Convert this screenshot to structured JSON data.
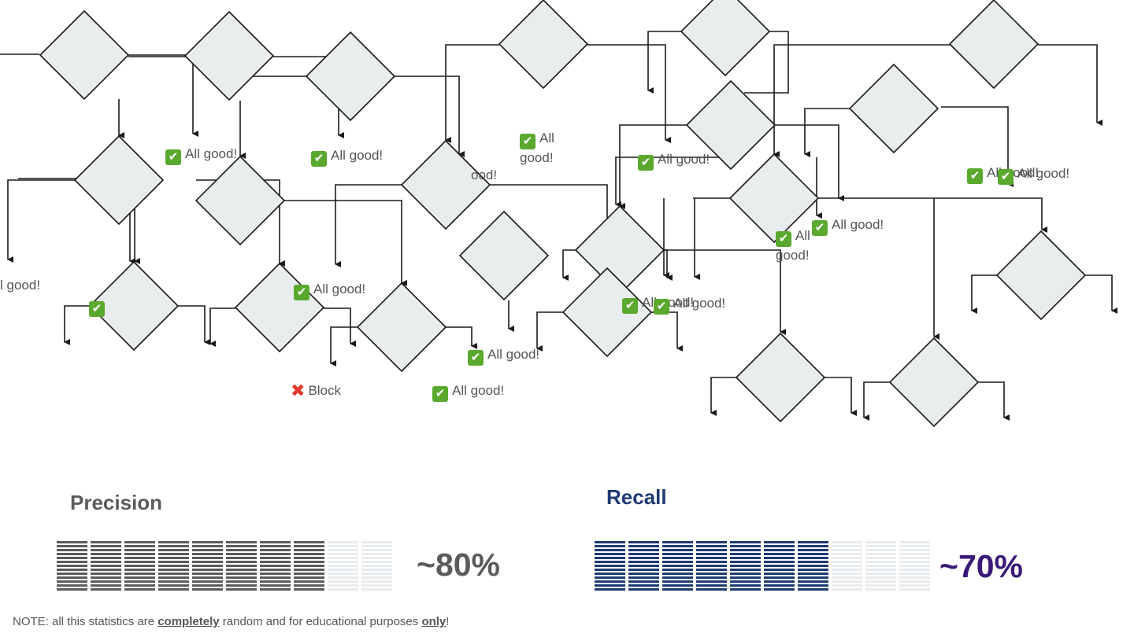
{
  "diagram": {
    "ok_text": "All good!",
    "ok_short_1": "All",
    "ok_short_2": "good!",
    "ood_text": "ood!",
    "partial_left": "l good!",
    "block_text": "Block",
    "check_icon": "check-mark-icon",
    "cross_icon": "cross-mark-icon",
    "decision_fill": "#e9eded",
    "stroke_color": "#1a1a1a",
    "check_color": "#5aa92e",
    "cross_color": "#e23a2b"
  },
  "precision": {
    "title": "Precision",
    "value_label": "~80%",
    "filled_fraction": 0.8,
    "color": "#5b5b5b"
  },
  "recall": {
    "title": "Recall",
    "value_label": "~70%",
    "filled_fraction": 0.7,
    "color": "#1f3a73",
    "value_color": "#3a1a78"
  },
  "note": {
    "prefix": "NOTE: all this statistics are",
    "emphasis_1": "completely",
    "middle": "random and for educational purposes",
    "emphasis_2": "only",
    "suffix": "!"
  }
}
